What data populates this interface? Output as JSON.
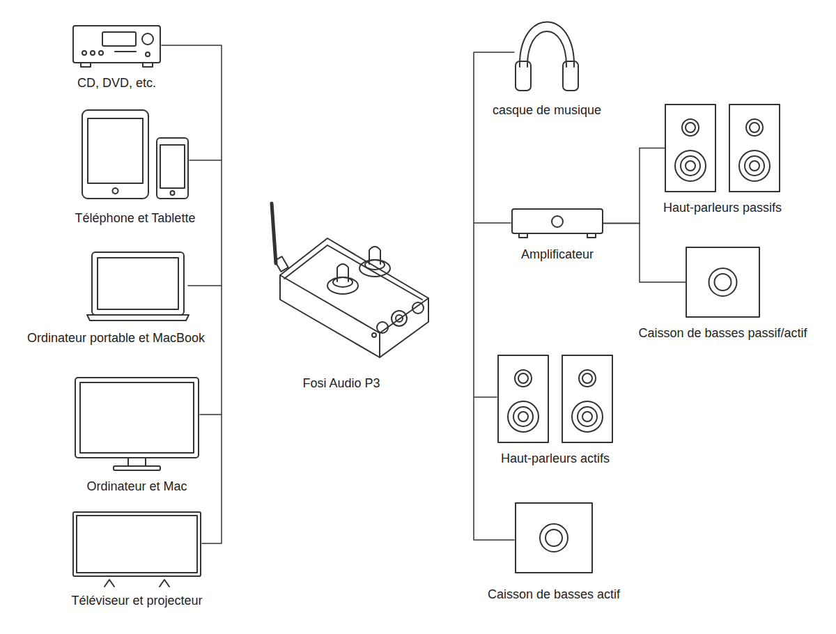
{
  "diagram": {
    "nodes": [
      {
        "text": [
          "CD, DVD, etc."
        ]
      },
      {
        "text": [
          "Téléphone et Tablette"
        ]
      },
      {
        "text": [
          "Ordinateur portable et MacBook"
        ]
      },
      {
        "text": [
          "Ordinateur et Mac"
        ]
      },
      {
        "text": [
          "Téléviseur et projecteur"
        ]
      },
      {
        "text": [
          "Fosi Audio P3"
        ]
      },
      {
        "text": [
          "casque de musique"
        ]
      },
      {
        "text": [
          "Amplificateur"
        ]
      },
      {
        "text": [
          "Haut-parleurs passifs"
        ]
      },
      {
        "text": [
          "Caisson de basses passif/actif"
        ]
      },
      {
        "text": [
          "Haut-parleurs actifs"
        ]
      },
      {
        "text": [
          "Caisson de basses actif"
        ]
      }
    ],
    "edges": [
      {
        "from": 7,
        "to": 8,
        "arrow": "none"
      },
      {
        "from": 7,
        "to": 9,
        "arrow": "none"
      }
    ]
  }
}
